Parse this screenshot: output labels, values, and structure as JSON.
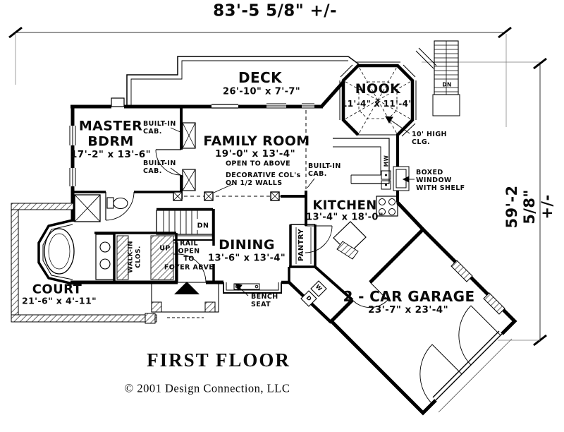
{
  "colors": {
    "ink": "#0a0a0a",
    "paper": "#ffffff"
  },
  "plan": {
    "title": "FIRST FLOOR",
    "copyright": "© 2001 Design Connection, LLC"
  },
  "dimensions": {
    "width_total": "83'-5 5/8\" +/-",
    "height_total": "59'-2 5/8\" +/-"
  },
  "rooms": {
    "deck": {
      "name": "DECK",
      "size": "26'-10\" x 7'-7\""
    },
    "nook": {
      "name": "NOOK",
      "size": "11'-4\" x 11'-4\""
    },
    "master_bedroom": {
      "name": "MASTER\nBDRM",
      "size": "17'-2\" x 13'-6\""
    },
    "family_room": {
      "name": "FAMILY ROOM",
      "size": "19'-0\" x 13'-4\"",
      "note": "OPEN TO ABOVE"
    },
    "kitchen": {
      "name": "KITCHEN",
      "size": "13'-4\" x 18'-0\""
    },
    "dining": {
      "name": "DINING",
      "size": "13'-6\" x 13'-4\""
    },
    "court": {
      "name": "COURT",
      "size": "21'-6\" x 4'-11\""
    },
    "garage": {
      "name": "2 - CAR GARAGE",
      "size": "23'-7\" x 23'-4\""
    }
  },
  "annotations": {
    "built_in_cab_upper": "BUILT-IN\nCAB.",
    "built_in_cab_lower": "BUILT-IN\nCAB.",
    "built_in_cab_kitchen": "BUILT-IN\nCAB.",
    "decorative_cols": "DECORATIVE COL's\nON 1/2 WALLS",
    "high_ceiling": "10' HIGH\nCLG.",
    "boxed_window": "BOXED\nWINDOW\nWITH SHELF",
    "pantry": "PANTRY",
    "walk_in_closet": "WALK-IN\nCLOS.",
    "rail_open": "RAIL\nOPEN\nTO\nFOYER ABVE",
    "bench_seat": "BENCH\nSEAT",
    "stairs_up": "UP",
    "stairs_down": "DN",
    "exterior_stairs_down": "DN",
    "microwave": "MW",
    "washer": "W",
    "dryer": "D"
  }
}
